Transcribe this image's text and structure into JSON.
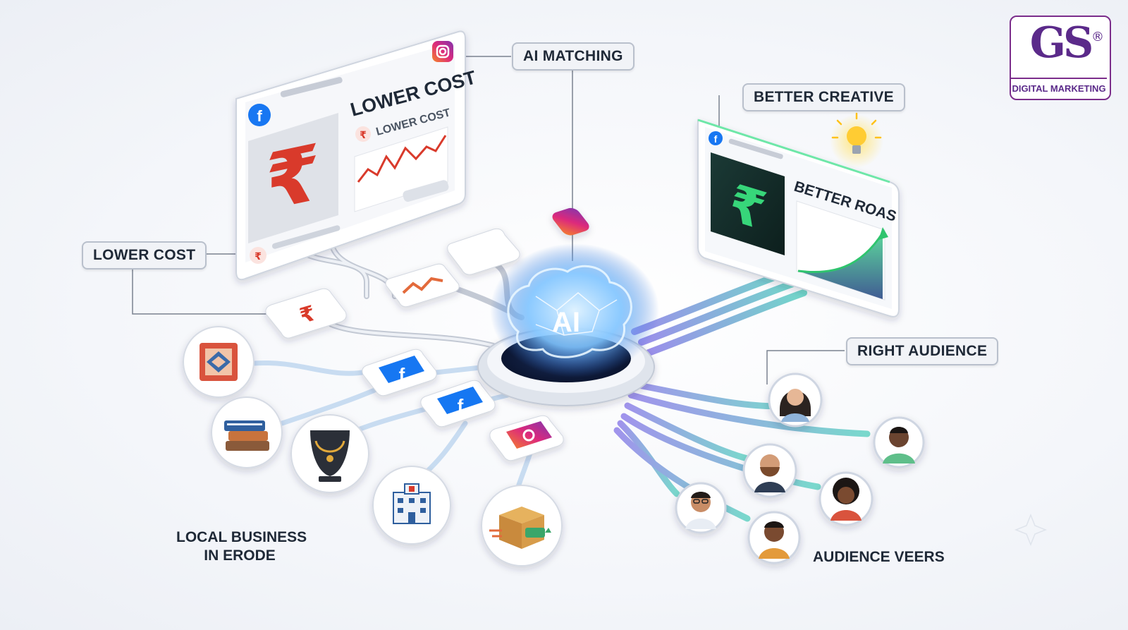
{
  "brand": {
    "logo_mark": "GS",
    "logo_registered": "®",
    "logo_subtitle": "DIGITAL MARKETING",
    "color": "#5b2a8a"
  },
  "labels": {
    "ai_matching": "AI MATCHING",
    "better_creative": "BETTER CREATIVE",
    "lower_cost": "LOWER COST",
    "right_audience": "RIGHT AUDIENCE",
    "audience_caption": "AUDIENCE VEERS",
    "local_business_line1": "LOCAL BUSINESS",
    "local_business_line2": "IN ERODE"
  },
  "hub": {
    "label": "AI",
    "icon": "brain-icon"
  },
  "left_ad_card": {
    "platform_icon": "facebook-icon",
    "corner_icon": "instagram-icon",
    "title": "LOWER COST",
    "subtitle": "LOWER COST",
    "currency_symbol": "₹",
    "accent": "#d93a2b"
  },
  "right_ad_card": {
    "platform_icon": "facebook-icon",
    "bulb_icon": "lightbulb-icon",
    "title": "BETTER ROAS",
    "currency_symbol": "₹",
    "accent": "#37d67a"
  },
  "small_tiles": [
    {
      "name": "instagram-tile-top",
      "icon": "instagram-icon"
    },
    {
      "name": "chart-tile",
      "icon": "chart-icon"
    },
    {
      "name": "rupee-tile",
      "text": "₹",
      "icon": "rupee-icon"
    },
    {
      "name": "facebook-tile-1",
      "text": "f",
      "icon": "facebook-icon"
    },
    {
      "name": "facebook-tile-2",
      "text": "f",
      "icon": "facebook-icon"
    },
    {
      "name": "instagram-tile-bottom",
      "icon": "instagram-icon"
    }
  ],
  "business_icons": [
    "rug-icon",
    "books-icon",
    "necklace-icon",
    "hospital-icon",
    "package-icon"
  ],
  "audience_icons": [
    "woman-avatar-icon",
    "man-avatar-icon-1",
    "man-avatar-icon-2",
    "man-avatar-icon-3",
    "woman-avatar-icon-2",
    "man-avatar-icon-4"
  ],
  "colors": {
    "facebook": "#1877f2",
    "instagram_start": "#f58529",
    "instagram_mid": "#dd2a7b",
    "instagram_end": "#8134af",
    "stream_teal": "#5ad1c1",
    "stream_purple": "#8a7be8",
    "glow": "#6fc2ff"
  }
}
